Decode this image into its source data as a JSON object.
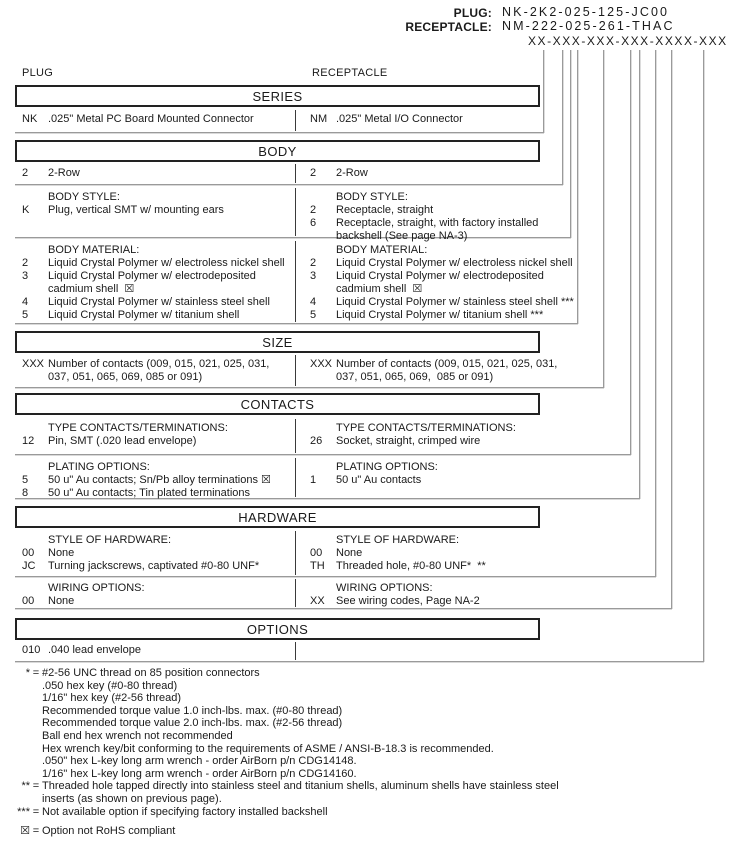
{
  "header": {
    "plug_label": "PLUG:",
    "plug_value": "NK-2K2-025-125-JC00",
    "receptacle_label": "RECEPTACLE:",
    "receptacle_value": "NM-222-025-261-THAC",
    "code_mask": "XX-XXX-XXX-XXX-XXXX-XXX"
  },
  "columns": {
    "left_label": "PLUG",
    "right_label": "RECEPTACLE"
  },
  "sections": [
    {
      "title": "SERIES",
      "blocks": [
        {
          "left": {
            "rows": [
              {
                "code": "NK",
                "desc": ".025\" Metal PC Board Mounted Connector"
              }
            ]
          },
          "right": {
            "rows": [
              {
                "code": "NM",
                "desc": ".025\" Metal I/O Connector"
              }
            ]
          }
        }
      ]
    },
    {
      "title": "BODY",
      "blocks": [
        {
          "left": {
            "rows": [
              {
                "code": "2",
                "desc": "2-Row"
              }
            ]
          },
          "right": {
            "rows": [
              {
                "code": "2",
                "desc": "2-Row"
              }
            ]
          }
        },
        {
          "left": {
            "label": "BODY STYLE:",
            "rows": [
              {
                "code": "K",
                "desc": "Plug, vertical SMT w/ mounting ears"
              }
            ]
          },
          "right": {
            "label": "BODY STYLE:",
            "rows": [
              {
                "code": "2",
                "desc": "Receptacle, straight"
              },
              {
                "code": "6",
                "desc": "Receptacle, straight, with factory installed\nbackshell (See page NA-3)"
              }
            ]
          }
        },
        {
          "left": {
            "label": "BODY MATERIAL:",
            "rows": [
              {
                "code": "2",
                "desc": "Liquid Crystal Polymer w/ electroless nickel shell"
              },
              {
                "code": "3",
                "desc": "Liquid Crystal Polymer w/ electrodeposited\ncadmium shell  ☒"
              },
              {
                "code": "4",
                "desc": "Liquid Crystal Polymer w/ stainless steel shell"
              },
              {
                "code": "5",
                "desc": "Liquid Crystal Polymer w/ titanium shell"
              }
            ]
          },
          "right": {
            "label": "BODY MATERIAL:",
            "rows": [
              {
                "code": "2",
                "desc": "Liquid Crystal Polymer w/ electroless nickel shell"
              },
              {
                "code": "3",
                "desc": "Liquid Crystal Polymer w/ electrodeposited\ncadmium shell  ☒"
              },
              {
                "code": "4",
                "desc": "Liquid Crystal Polymer w/ stainless steel shell ***"
              },
              {
                "code": "5",
                "desc": "Liquid Crystal Polymer w/ titanium shell ***"
              }
            ]
          }
        }
      ]
    },
    {
      "title": "SIZE",
      "blocks": [
        {
          "left": {
            "rows": [
              {
                "code": "XXX",
                "desc": "Number of contacts (009, 015, 021, 025, 031,\n037, 051, 065, 069, 085 or 091)"
              }
            ]
          },
          "right": {
            "rows": [
              {
                "code": "XXX",
                "desc": "Number of contacts (009, 015, 021, 025, 031,\n037, 051, 065, 069,  085 or 091)"
              }
            ]
          }
        }
      ]
    },
    {
      "title": "CONTACTS",
      "blocks": [
        {
          "left": {
            "label": "TYPE CONTACTS/TERMINATIONS:",
            "rows": [
              {
                "code": "12",
                "desc": "Pin, SMT (.020 lead envelope)"
              }
            ]
          },
          "right": {
            "label": "TYPE CONTACTS/TERMINATIONS:",
            "rows": [
              {
                "code": "26",
                "desc": "Socket, straight, crimped wire"
              }
            ]
          }
        },
        {
          "left": {
            "label": "PLATING OPTIONS:",
            "rows": [
              {
                "code": "5",
                "desc": "50 u\" Au contacts; Sn/Pb alloy terminations ☒"
              },
              {
                "code": "8",
                "desc": "50 u\" Au contacts; Tin plated terminations"
              }
            ]
          },
          "right": {
            "label": "PLATING OPTIONS:",
            "rows": [
              {
                "code": "1",
                "desc": "50 u\" Au contacts"
              }
            ]
          }
        }
      ]
    },
    {
      "title": "HARDWARE",
      "blocks": [
        {
          "left": {
            "label": "STYLE OF HARDWARE:",
            "rows": [
              {
                "code": "00",
                "desc": "None"
              },
              {
                "code": "JC",
                "desc": "Turning jackscrews, captivated #0-80 UNF*"
              }
            ]
          },
          "right": {
            "label": "STYLE OF HARDWARE:",
            "rows": [
              {
                "code": "00",
                "desc": "None"
              },
              {
                "code": "TH",
                "desc": "Threaded hole, #0-80 UNF*  **"
              }
            ]
          }
        },
        {
          "left": {
            "label": "WIRING OPTIONS:",
            "rows": [
              {
                "code": "00",
                "desc": "None"
              }
            ]
          },
          "right": {
            "label": "WIRING OPTIONS:",
            "rows": [
              {
                "code": "XX",
                "desc": "See wiring codes, Page NA-2"
              }
            ]
          }
        }
      ]
    },
    {
      "title": "OPTIONS",
      "blocks": [
        {
          "left": {
            "rows": [
              {
                "code": "010",
                "desc": ".040 lead envelope"
              }
            ]
          },
          "right": {
            "rows": []
          }
        }
      ]
    }
  ],
  "footnotes": [
    {
      "marker": "*",
      "lines": [
        "#2-56 UNC thread on 85 position connectors",
        ".050 hex key (#0-80 thread)",
        "1/16\" hex key (#2-56 thread)",
        "Recommended torque value 1.0 inch-lbs. max. (#0-80 thread)",
        "Recommended torque value 2.0 inch-lbs. max. (#2-56 thread)",
        "Ball end hex wrench not recommended",
        "Hex wrench key/bit conforming to the requirements of ASME / ANSI-B-18.3 is recommended.",
        ".050\" hex L-key long arm wrench - order AirBorn p/n CDG14148.",
        "1/16\" hex L-key long arm wrench - order AirBorn p/n CDG14160."
      ]
    },
    {
      "marker": "**",
      "lines": [
        "Threaded hole tapped directly into stainless steel and titanium shells, aluminum shells have stainless steel",
        "inserts (as shown on previous page)."
      ]
    },
    {
      "marker": "***",
      "lines": [
        "Not available option if specifying factory installed backshell"
      ]
    }
  ],
  "rohs_note": {
    "symbol": "☒",
    "text": "Option not RoHS compliant"
  },
  "colors": {
    "line_gray": "#9a9a9a",
    "border_black": "#222222",
    "text": "#1a1a1a"
  }
}
